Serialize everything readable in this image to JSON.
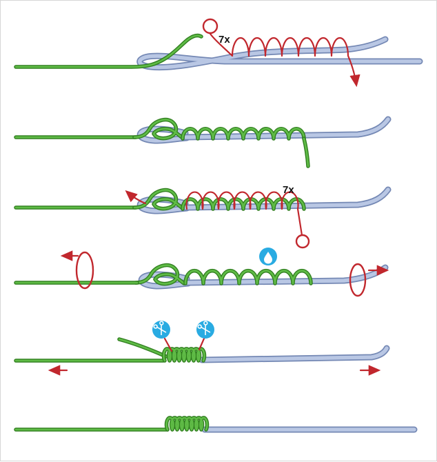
{
  "colors": {
    "background": "#ffffff",
    "braid_green": "#5fbb46",
    "braid_green_dark": "#2f7d1e",
    "leader_blue": "#b9c7e4",
    "leader_blue_dark": "#7488b4",
    "highlight_red": "#c1272d",
    "icon_blue": "#29abe2",
    "icon_glyph_white": "#ffffff",
    "label_text": "#111111"
  },
  "icons": {
    "droplet": "water-droplet",
    "scissors": "scissors"
  },
  "steps": {
    "step1": {
      "wrap_label": "7x"
    },
    "step3": {
      "wrap_label": "7x"
    }
  }
}
